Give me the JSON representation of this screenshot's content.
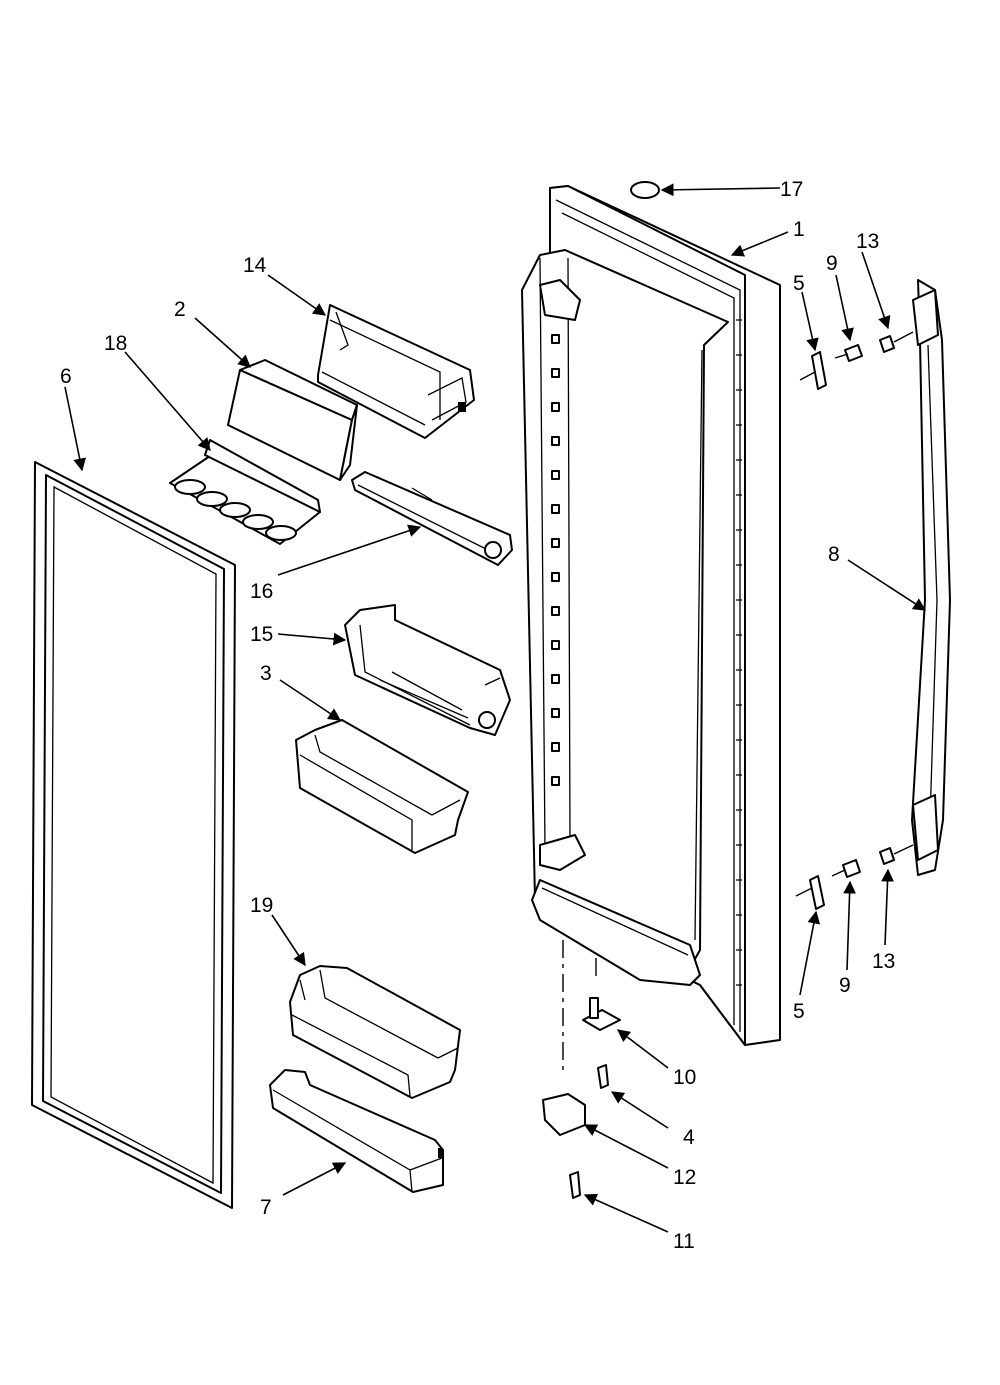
{
  "diagram": {
    "callouts": [
      "17",
      "1",
      "13",
      "9",
      "5",
      "14",
      "2",
      "18",
      "6",
      "16",
      "15",
      "8",
      "3",
      "19",
      "13",
      "9",
      "5",
      "10",
      "4",
      "12",
      "7",
      "11"
    ]
  },
  "colors": {
    "line": "#000000",
    "background": "#ffffff"
  }
}
